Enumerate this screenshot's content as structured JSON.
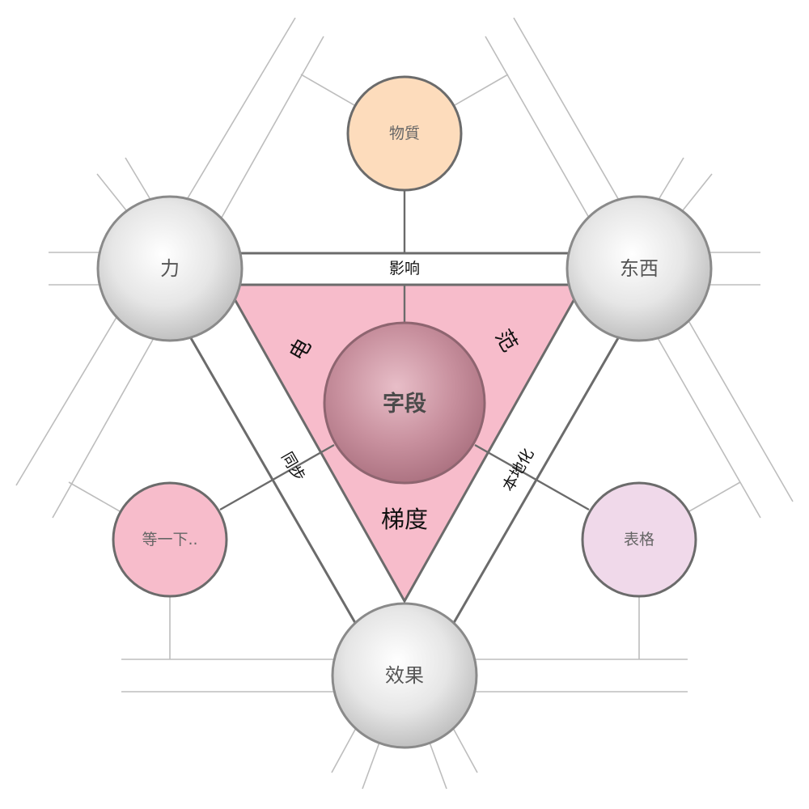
{
  "colors": {
    "triangle_fill": "#f7bccb",
    "outline": "#6b6b6b",
    "guide": "#bdbdbd",
    "node_material": "#fddcbc",
    "node_wait": "#f7bccb",
    "node_table": "#f0d9ea",
    "center_node": "#c58a98"
  },
  "center": {
    "label": "字段"
  },
  "nodes": {
    "material": {
      "label": "物質"
    },
    "force": {
      "label": "力"
    },
    "things": {
      "label": "东西"
    },
    "effect": {
      "label": "效果"
    },
    "wait": {
      "label": "等一下.."
    },
    "table": {
      "label": "表格"
    }
  },
  "edges": {
    "top": {
      "label": "影响"
    },
    "left": {
      "label": "同步"
    },
    "right": {
      "label": "本地化"
    }
  },
  "regions": {
    "left": {
      "label": "电"
    },
    "right": {
      "label": "范"
    },
    "bottom": {
      "label": "梯度"
    }
  }
}
